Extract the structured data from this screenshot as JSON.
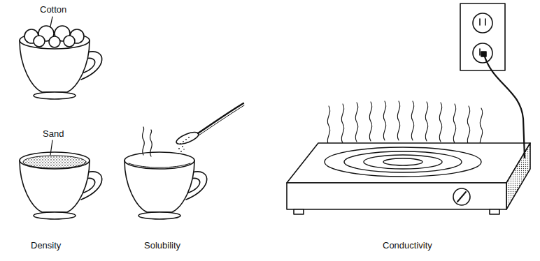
{
  "diagram": {
    "labels": [
      "Cotton",
      "Sand",
      "Density",
      "Solubility",
      "Conductivity"
    ]
  }
}
